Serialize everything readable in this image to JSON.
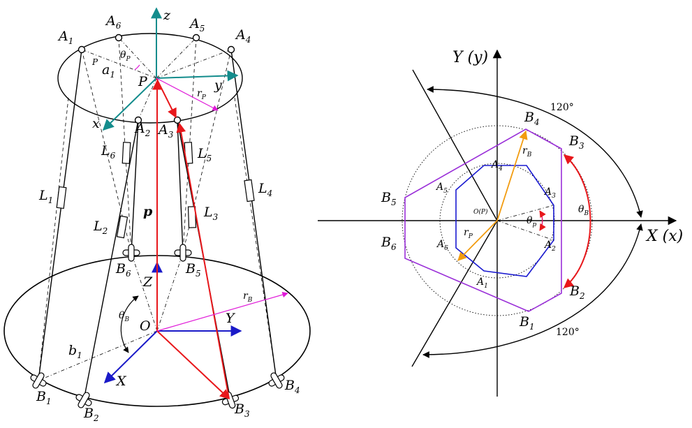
{
  "colors": {
    "black": "#000000",
    "red": "#e8171b",
    "magenta": "#e01ad8",
    "teal": "#138c8c",
    "blue": "#1a1ac8",
    "purple": "#6a1ab8",
    "orange": "#f29c10",
    "hex_platform": "#1a1ad0",
    "hex_base": "#9a2fd8",
    "theta_p_arc": "#e8176a"
  },
  "left": {
    "A_labels": [
      {
        "base": "A",
        "sub": "1"
      },
      {
        "base": "A",
        "sub": "2"
      },
      {
        "base": "A",
        "sub": "3"
      },
      {
        "base": "A",
        "sub": "4"
      },
      {
        "base": "A",
        "sub": "5"
      },
      {
        "base": "A",
        "sub": "6"
      }
    ],
    "B_labels": [
      {
        "base": "B",
        "sub": "1"
      },
      {
        "base": "B",
        "sub": "2"
      },
      {
        "base": "B",
        "sub": "3"
      },
      {
        "base": "B",
        "sub": "4"
      },
      {
        "base": "B",
        "sub": "5"
      },
      {
        "base": "B",
        "sub": "6"
      }
    ],
    "L_labels": [
      {
        "base": "L",
        "sub": "1"
      },
      {
        "base": "L",
        "sub": "2"
      },
      {
        "base": "L",
        "sub": "3"
      },
      {
        "base": "L",
        "sub": "4"
      },
      {
        "base": "L",
        "sub": "5"
      },
      {
        "base": "L",
        "sub": "6"
      }
    ],
    "platform": {
      "center": "P",
      "small_p": "P",
      "a1": {
        "base": "a",
        "sub": "1"
      },
      "thetaP": {
        "base": "θ",
        "sub": "P"
      },
      "rP": {
        "base": "r",
        "sub": "P"
      },
      "axis_x": "x",
      "axis_y": "y",
      "axis_z": "z"
    },
    "base": {
      "origin": "O",
      "b1": {
        "base": "b",
        "sub": "1"
      },
      "thetaB": {
        "base": "θ",
        "sub": "B"
      },
      "rB": {
        "base": "r",
        "sub": "B"
      },
      "axis_X": "X",
      "axis_Y": "Y",
      "axis_Z": "Z"
    },
    "vector_p": "p"
  },
  "right": {
    "axis_X": "X (x)",
    "axis_Y": "Y (y)",
    "origin": "O(P)",
    "angle_top": "120°",
    "angle_bottom": "120°",
    "A_labels": [
      {
        "base": "A",
        "sub": "1"
      },
      {
        "base": "A",
        "sub": "2"
      },
      {
        "base": "A",
        "sub": "3"
      },
      {
        "base": "A",
        "sub": "4"
      },
      {
        "base": "A",
        "sub": "5"
      },
      {
        "base": "A",
        "sub": "6"
      }
    ],
    "B_labels": [
      {
        "base": "B",
        "sub": "1"
      },
      {
        "base": "B",
        "sub": "2"
      },
      {
        "base": "B",
        "sub": "3"
      },
      {
        "base": "B",
        "sub": "4"
      },
      {
        "base": "B",
        "sub": "5"
      },
      {
        "base": "B",
        "sub": "6"
      }
    ],
    "rB": {
      "base": "r",
      "sub": "B"
    },
    "rP": {
      "base": "r",
      "sub": "P"
    },
    "thetaB": {
      "base": "θ",
      "sub": "B"
    },
    "thetaP": {
      "base": "θ",
      "sub": "p"
    }
  }
}
